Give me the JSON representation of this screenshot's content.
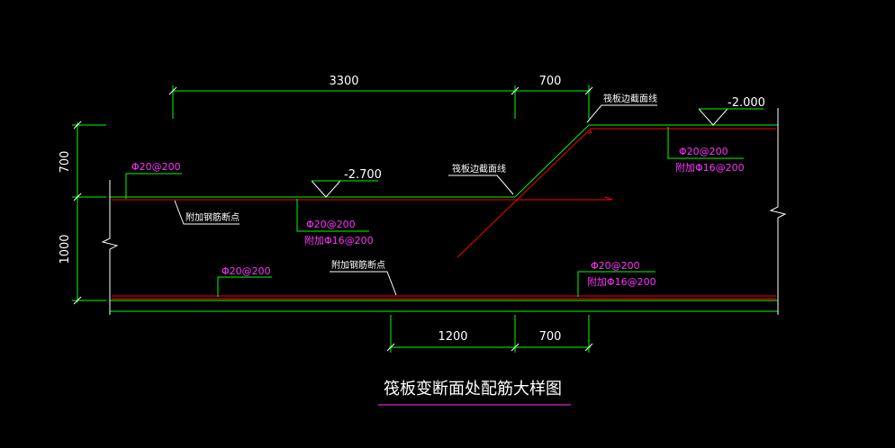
{
  "title": "筏板变断面处配筋大样图",
  "dimensions": {
    "top_left": "3300",
    "top_right": "700",
    "left_upper": "700",
    "left_lower": "1000",
    "bottom_left": "1200",
    "bottom_right": "700"
  },
  "elevations": {
    "left": "-2.700",
    "right": "-2.000"
  },
  "labels": {
    "raft_edge_top": "筏板边截面线",
    "raft_edge_mid": "筏板边截面线",
    "extra_rebar_break_1": "附加钢筋断点",
    "extra_rebar_break_2": "附加钢筋断点"
  },
  "rebar": {
    "top_left": "Φ20@200",
    "mid_main": "Φ20@200",
    "mid_extra": "附加Φ16@200",
    "bottom_left": "Φ20@200",
    "right_top_main": "Φ20@200",
    "right_top_extra": "附加Φ16@200",
    "bottom_right_main": "Φ20@200",
    "bottom_right_extra": "附加Φ16@200"
  },
  "colors": {
    "background": "#000000",
    "concrete_outline": "#00ff00",
    "dimension": "#00ff00",
    "rebar": "#ff0000",
    "rebar_text": "#ff33ff",
    "text": "#ffffff",
    "title_underline": "#ff33ff"
  }
}
